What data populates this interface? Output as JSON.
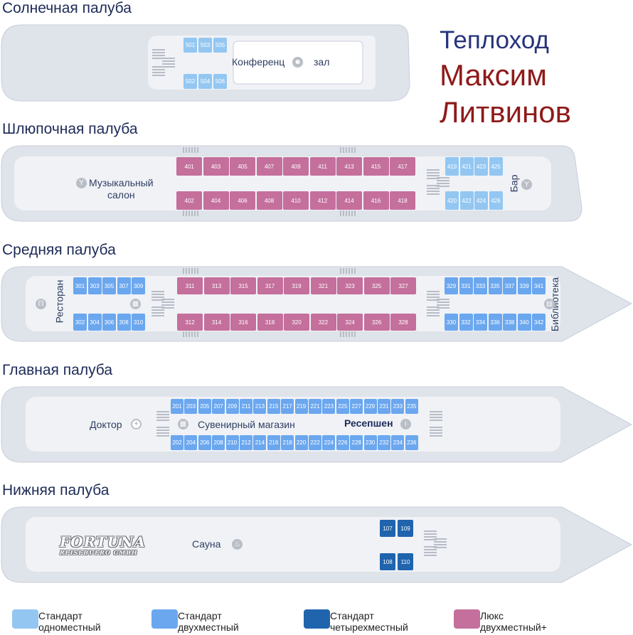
{
  "ship_title": {
    "line1": "Теплоход",
    "line2": "Максим",
    "line3": "Литвинов"
  },
  "decks": {
    "sun": {
      "title": "Солнечная палуба",
      "conference": "Конференц",
      "conference_suffix": "зал",
      "cabins_top": [
        "501",
        "503",
        "505"
      ],
      "cabins_bottom": [
        "502",
        "504",
        "506"
      ]
    },
    "boat": {
      "title": "Шлюпочная палуба",
      "music_salon": "Музыкальный\nсалон",
      "music_line1": "Музыкальный",
      "music_line2": "салон",
      "bar": "Бар",
      "lux_top": [
        "401",
        "403",
        "405",
        "407",
        "409",
        "411",
        "413",
        "415",
        "417"
      ],
      "lux_bottom": [
        "402",
        "404",
        "406",
        "408",
        "410",
        "412",
        "414",
        "416",
        "418"
      ],
      "std_top": [
        "419",
        "421",
        "423",
        "425"
      ],
      "std_bottom": [
        "420",
        "422",
        "424",
        "426"
      ]
    },
    "middle": {
      "title": "Средняя палуба",
      "restaurant": "Ресторан",
      "library": "Библиотека",
      "left_top": [
        "301",
        "303",
        "305",
        "307",
        "309"
      ],
      "left_bottom": [
        "302",
        "304",
        "306",
        "308",
        "310"
      ],
      "lux_top": [
        "311",
        "313",
        "315",
        "317",
        "319",
        "321",
        "323",
        "325",
        "327"
      ],
      "lux_bottom": [
        "312",
        "314",
        "316",
        "318",
        "320",
        "322",
        "324",
        "326",
        "328"
      ],
      "right_top": [
        "329",
        "331",
        "333",
        "335",
        "337",
        "339",
        "341"
      ],
      "right_bottom": [
        "330",
        "332",
        "334",
        "336",
        "338",
        "340",
        "342"
      ]
    },
    "main": {
      "title": "Главная палуба",
      "doctor": "Доктор",
      "souvenir": "Сувенирный магазин",
      "reception": "Ресепшен",
      "top": [
        "201",
        "203",
        "205",
        "207",
        "209",
        "211",
        "213",
        "215",
        "217",
        "219",
        "221",
        "223",
        "225",
        "227",
        "229",
        "231",
        "233",
        "235"
      ],
      "bottom": [
        "202",
        "204",
        "206",
        "208",
        "210",
        "212",
        "214",
        "216",
        "218",
        "220",
        "222",
        "224",
        "226",
        "228",
        "230",
        "232",
        "234",
        "236"
      ]
    },
    "lower": {
      "title": "Нижняя палуба",
      "sauna": "Сауна",
      "top": [
        "107",
        "109"
      ],
      "bottom": [
        "108",
        "110"
      ]
    }
  },
  "watermark": {
    "line1": "FORTUNA",
    "line2": "REISEBUERO GMBH"
  },
  "legend": [
    {
      "line1": "Стандарт",
      "line2": "одноместный",
      "color": "#93c7f2"
    },
    {
      "line1": "Стандарт",
      "line2": "двухместный",
      "color": "#6ba7ef"
    },
    {
      "line1": "Стандарт",
      "line2": "четырехместный",
      "color": "#1f64ad"
    },
    {
      "line1": "Люкс",
      "line2": "двухместный+",
      "color": "#c46f9c"
    }
  ],
  "colors": {
    "standard_single": "#93c7f2",
    "standard_double": "#6ba7ef",
    "standard_quad": "#1f64ad",
    "lux_double": "#c46f9c",
    "hull": "#dfe3ea",
    "deck_floor": "#f0f2f6"
  },
  "icons": {
    "conference": "people-icon",
    "music_salon": "cocktail-icon",
    "bar": "cocktail-icon",
    "restaurant": "cutlery-icon",
    "gift": "gift-icon",
    "library": "book-icon",
    "doctor": "medical-icon",
    "reception": "info-icon",
    "sauna": "sauna-icon"
  }
}
